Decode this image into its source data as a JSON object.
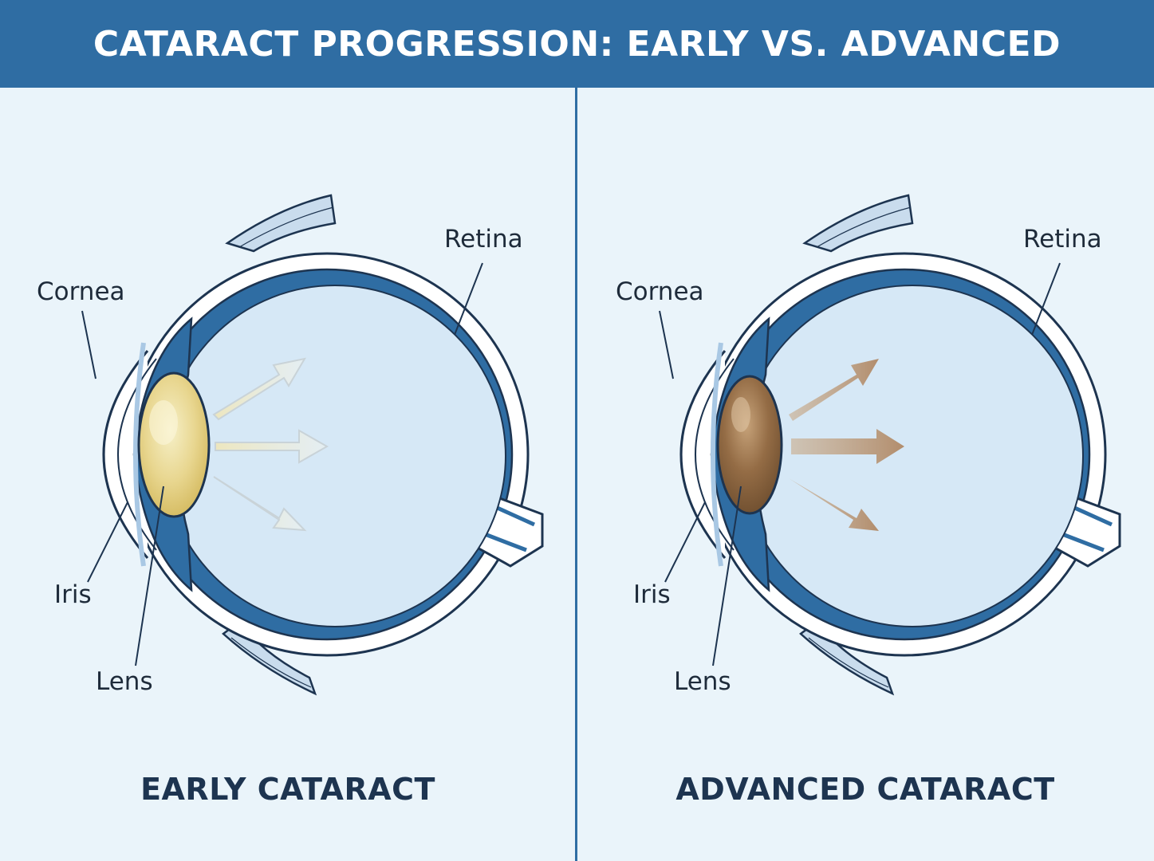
{
  "title": "CATARACT PROGRESSION: EARLY VS. ADVANCED",
  "colors": {
    "header": "#2f6da3",
    "background": "#eaf4fa",
    "sclera_blue": "#2f6da3",
    "vitreous": "#d6e8f6",
    "early_lens": "#e6d58a",
    "advanced_lens": "#8f6a43",
    "early_light": "#ece6c4",
    "advanced_light": "#b79574"
  },
  "panels": [
    {
      "caption": "EARLY CATARACT",
      "labels": {
        "cornea": "Cornea",
        "retina": "Retina",
        "iris": "Iris",
        "lens": "Lens"
      },
      "lens_state": "early"
    },
    {
      "caption": "ADVANCED CATARACT",
      "labels": {
        "cornea": "Cornea",
        "retina": "Retina",
        "iris": "Iris",
        "lens": "Lens"
      },
      "lens_state": "advanced"
    }
  ]
}
